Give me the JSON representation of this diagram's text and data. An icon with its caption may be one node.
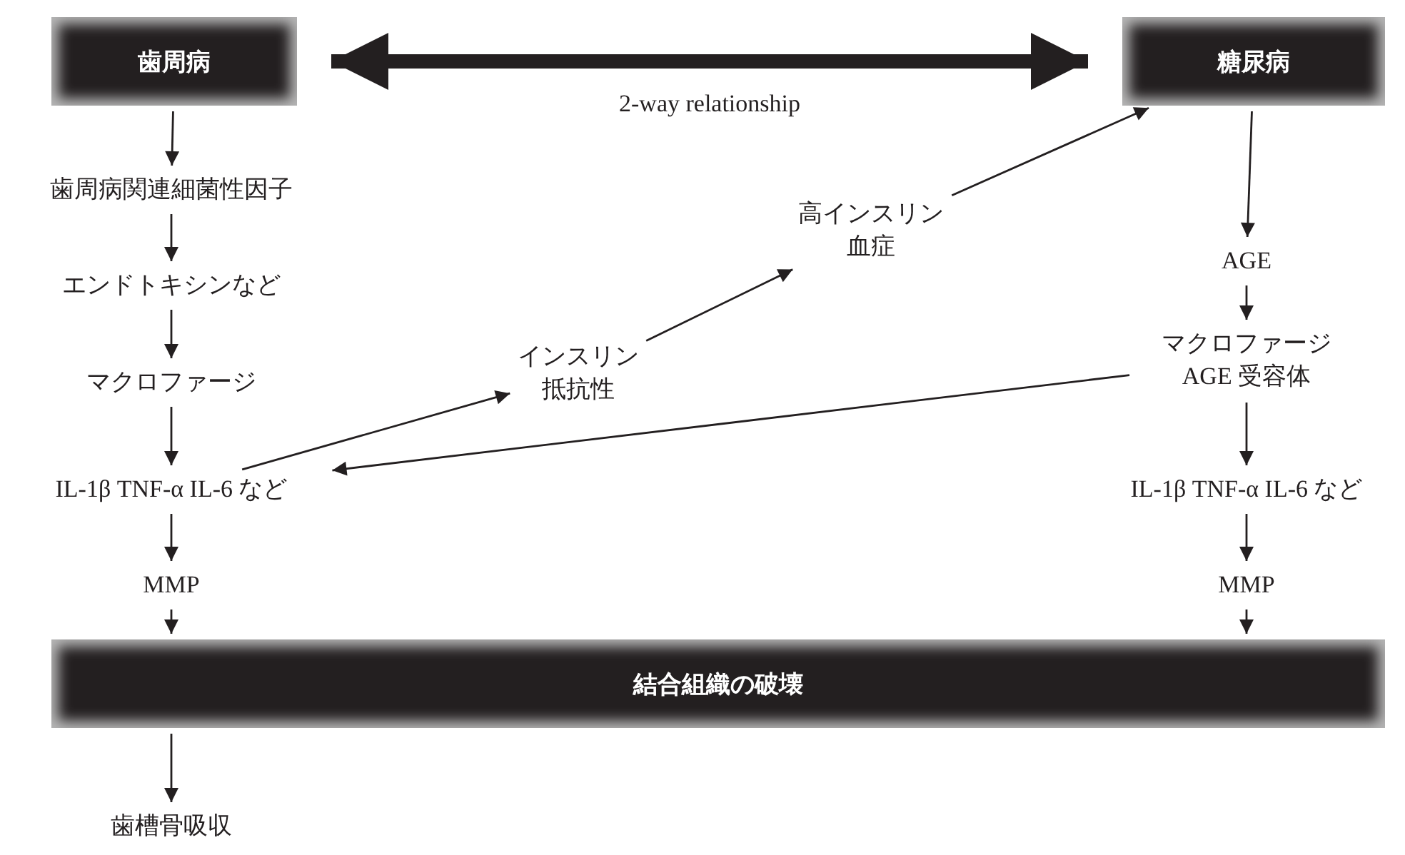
{
  "diagram": {
    "nodes": [
      {
        "text": [
          "歯周病"
        ]
      },
      {
        "text": [
          "糖尿病"
        ]
      },
      {
        "text": [
          "歯周病関連細菌性因子"
        ]
      },
      {
        "text": [
          "エンドトキシンなど"
        ]
      },
      {
        "text": [
          "マクロファージ"
        ]
      },
      {
        "text": [
          "IL-1β TNF-α IL-6 など"
        ]
      },
      {
        "text": [
          "MMP"
        ]
      },
      {
        "text": [
          "結合組織の破壊"
        ]
      },
      {
        "text": [
          "歯槽骨吸収"
        ]
      },
      {
        "text": [
          "AGE"
        ]
      },
      {
        "text": [
          "マクロファージ AGE 受容体"
        ]
      },
      {
        "text": [
          "IL-1β TNF-α IL-6 など"
        ]
      },
      {
        "text": [
          "MMP"
        ]
      },
      {
        "text": [
          "インスリン抵抗性"
        ]
      },
      {
        "text": [
          "高インスリン血症"
        ]
      }
    ],
    "edges": [
      {
        "from": 0,
        "to": 1,
        "arrow": "both",
        "label": "2-way relationship",
        "style": "thick"
      },
      {
        "from": 0,
        "to": 2,
        "arrow": "to"
      },
      {
        "from": 2,
        "to": 3,
        "arrow": "to"
      },
      {
        "from": 3,
        "to": 4,
        "arrow": "to"
      },
      {
        "from": 4,
        "to": 5,
        "arrow": "to"
      },
      {
        "from": 5,
        "to": 6,
        "arrow": "to"
      },
      {
        "from": 6,
        "to": 7,
        "arrow": "to"
      },
      {
        "from": 7,
        "to": 8,
        "arrow": "to"
      },
      {
        "from": 1,
        "to": 9,
        "arrow": "to"
      },
      {
        "from": 9,
        "to": 10,
        "arrow": "to"
      },
      {
        "from": 10,
        "to": 11,
        "arrow": "to"
      },
      {
        "from": 11,
        "to": 12,
        "arrow": "to"
      },
      {
        "from": 12,
        "to": 7,
        "arrow": "to"
      },
      {
        "from": 5,
        "to": 13,
        "arrow": "to"
      },
      {
        "from": 13,
        "to": 14,
        "arrow": "to"
      },
      {
        "from": 14,
        "to": 1,
        "arrow": "to"
      },
      {
        "from": 10,
        "to": 5,
        "arrow": "to"
      }
    ]
  }
}
